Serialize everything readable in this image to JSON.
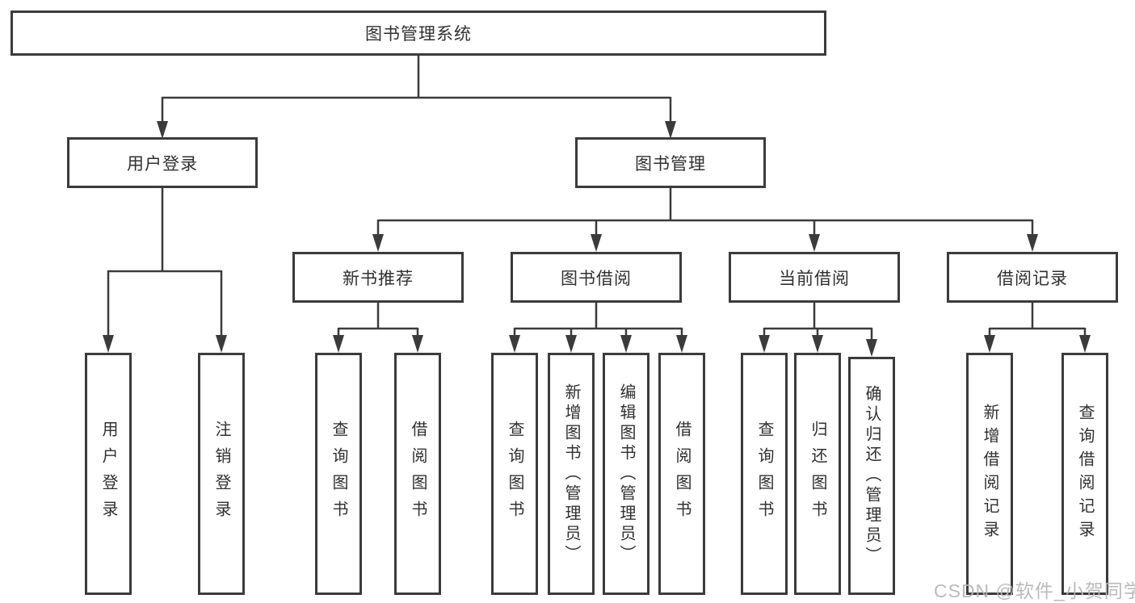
{
  "diagram": {
    "type": "tree",
    "nodes": {
      "root": {
        "label": "图书管理系统"
      },
      "userLogin": {
        "label": "用户登录",
        "children": [
          {
            "label": "用户登录"
          },
          {
            "label": "注销登录"
          }
        ]
      },
      "bookMgmt": {
        "label": "图书管理",
        "children": [
          {
            "label": "新书推荐",
            "children": [
              {
                "label": "查询图书"
              },
              {
                "label": "借阅图书"
              }
            ]
          },
          {
            "label": "图书借阅",
            "children": [
              {
                "label": "查询图书"
              },
              {
                "label": "新增图书（管理员）"
              },
              {
                "label": "编辑图书（管理员）"
              },
              {
                "label": "借阅图书"
              }
            ]
          },
          {
            "label": "当前借阅",
            "children": [
              {
                "label": "查询图书"
              },
              {
                "label": "归还图书"
              },
              {
                "label": "确认归还（管理员）"
              }
            ]
          },
          {
            "label": "借阅记录",
            "children": [
              {
                "label": "新增借阅记录"
              },
              {
                "label": "查询借阅记录"
              }
            ]
          }
        ]
      }
    }
  },
  "watermark": {
    "text": "CSDN @软件_小贺同学"
  },
  "colors": {
    "line": "#3b3b3b",
    "text": "#303030",
    "background": "#ffffff",
    "watermark": "#b5b5b5"
  }
}
